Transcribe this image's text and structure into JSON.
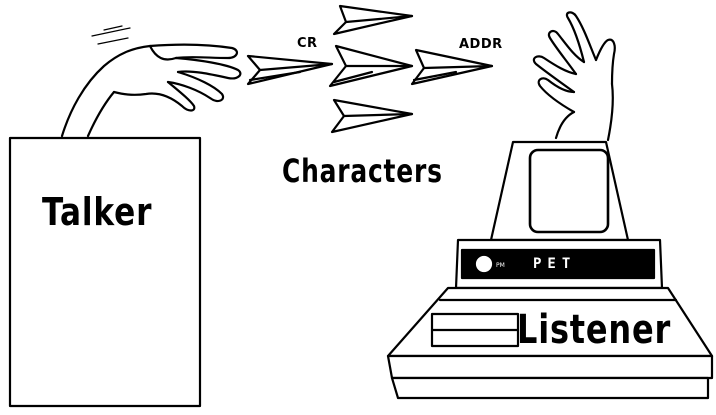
{
  "labels": {
    "talker": "Talker",
    "characters": "Characters",
    "listener": "Listener",
    "cr": "CR",
    "addr": "ADDR",
    "pet": "PET",
    "brand": "PM"
  },
  "icons": [
    "hand-icon",
    "paper-plane-icon",
    "pet-computer-icon",
    "talker-box-icon"
  ],
  "colors": {
    "ink": "#000000",
    "paper": "#ffffff"
  }
}
